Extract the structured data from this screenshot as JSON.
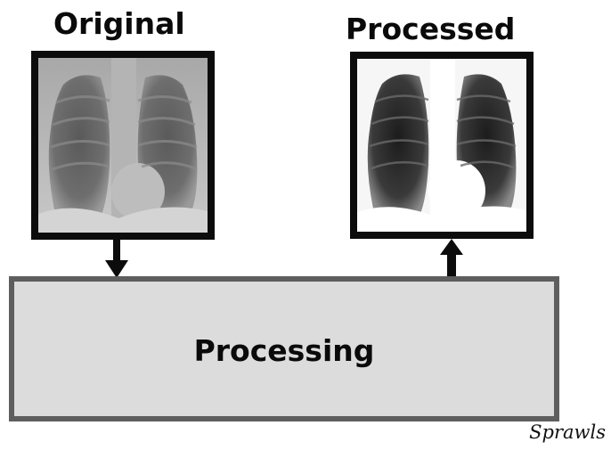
{
  "labels": {
    "original": "Original",
    "processed": "Processed",
    "processing": "Processing",
    "signature": "Sprawls"
  },
  "colors": {
    "frame": "#0c0c0c",
    "box_fill": "#dcdcdc",
    "box_border": "#5e5e5e",
    "arrow": "#0c0c0c"
  }
}
